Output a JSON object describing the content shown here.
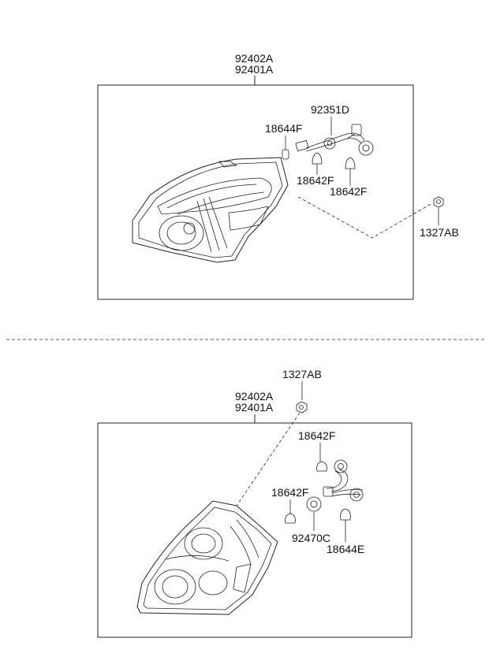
{
  "upper": {
    "assembly_labels": [
      "92402A",
      "92401A"
    ],
    "socket_label": "92351D",
    "bulb_small_label": "18644F",
    "bulb_left_label": "18642F",
    "bulb_right_label": "18642F",
    "nut_label": "1327AB"
  },
  "lower": {
    "nut_label": "1327AB",
    "assembly_labels": [
      "92402A",
      "92401A"
    ],
    "bulb_top_label": "18642F",
    "bulb_left_label": "18642F",
    "socket_label": "92470C",
    "bulb_right_label": "18644E"
  }
}
